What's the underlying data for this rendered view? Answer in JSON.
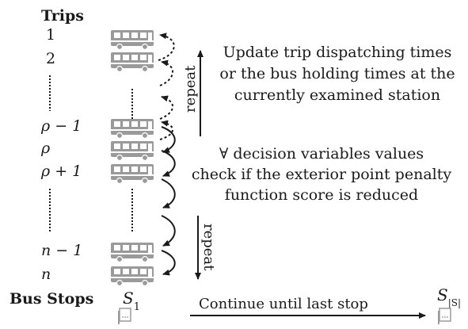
{
  "headings": {
    "trips": "Trips",
    "bus_stops": "Bus Stops"
  },
  "trip_labels": {
    "t1": "1",
    "t2": "2",
    "rho_minus_1": "ρ − 1",
    "rho": "ρ",
    "rho_plus_1": "ρ + 1",
    "n_minus_1": "n − 1",
    "n": "n"
  },
  "annotations": {
    "upper_repeat": "repeat",
    "lower_repeat": "repeat",
    "update_line1": "Update trip dispatching times",
    "update_line2": "or the bus holding times at the",
    "update_line3": "currently examined station",
    "check_line1": "∀ decision variables values",
    "check_line2": "check if the exterior point penalty",
    "check_line3": "function score is reduced",
    "continue": "Continue until last stop"
  },
  "stops": {
    "first": "S",
    "first_sub": "1",
    "last": "S",
    "last_sub": "|S|"
  },
  "colors": {
    "ink": "#1a1a1a",
    "bus": "#9a9a9a"
  }
}
